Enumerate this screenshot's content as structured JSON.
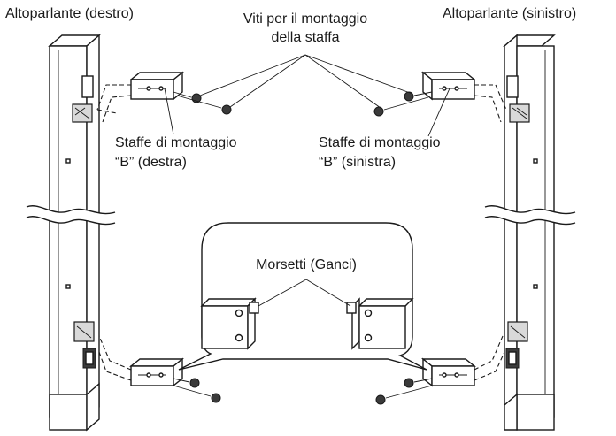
{
  "labels": {
    "speaker_right": "Altoparlante (destro)",
    "speaker_left": "Altoparlante (sinistro)",
    "screws_line1": "Viti per il montaggio",
    "screws_line2": "della staffa",
    "bracket_right_line1": "Staffe di montaggio",
    "bracket_right_line2": "“B” (destra)",
    "bracket_left_line1": "Staffe di montaggio",
    "bracket_left_line2": "“B” (sinistra)",
    "clamps": "Morsetti (Ganci)"
  }
}
